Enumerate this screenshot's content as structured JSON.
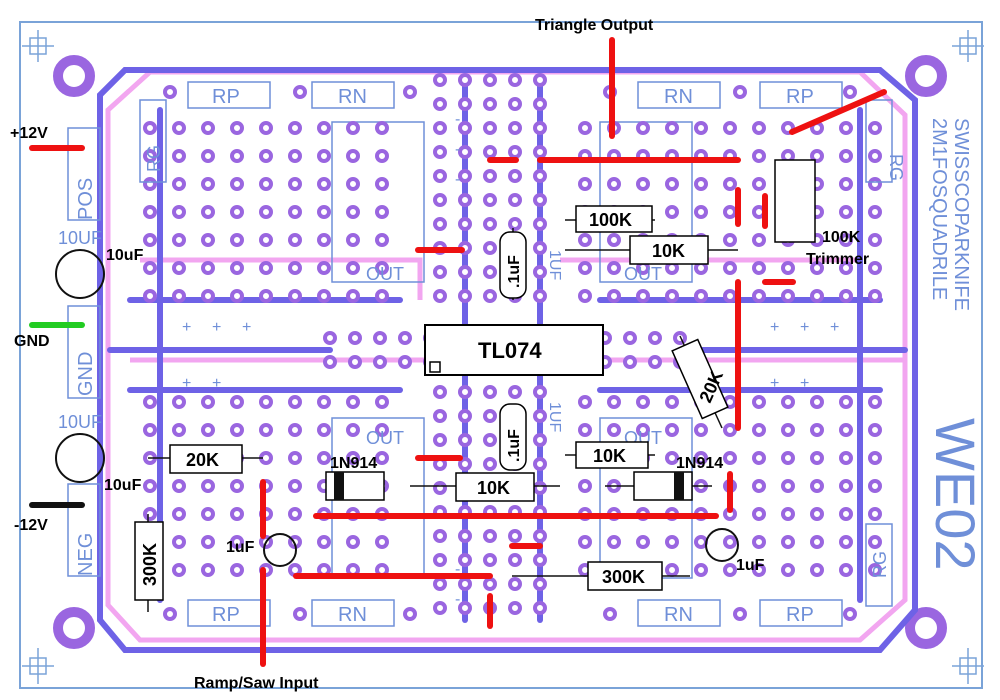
{
  "labels": {
    "triangle_output": "Triangle Output",
    "ramp_input": "Ramp/Saw Input",
    "plus12v": "+12V",
    "gnd": "GND",
    "minus12v": "-12V",
    "cap_10uf_top": "10uF",
    "cap_10uf_bottom": "10uF",
    "trimmer_value": "100K",
    "trimmer_word": "Trimmer",
    "cap_1uf_left": "1uF",
    "cap_1uf_right": "1uF"
  },
  "silkscreen": {
    "pos": "POS",
    "gnd": "GND",
    "neg": "NEG",
    "cap_top": "10UF",
    "cap_bottom": "10UF",
    "rg": "RG",
    "rp": "RP",
    "rn": "RN",
    "out": "OUT",
    "cap_small": "1UF",
    "board_line1": "SWISSCOPARKNIFE",
    "board_line2": "2M1FOSQUADRILE",
    "board_id": "WE02",
    "plus": "+",
    "minus": "-"
  },
  "components": {
    "ic": "TL074",
    "r_100k": "100K",
    "r_10k_top": "10K",
    "r_20k_diag": "20K",
    "r_20k_left": "20K",
    "r_10k_mid": "10K",
    "r_10k_low": "10K",
    "r_300k_left": "300K",
    "r_300k_bottom": "300K",
    "diode_left": "1N914",
    "diode_right": "1N914",
    "cap_top": ".1uF",
    "cap_bottom": ".1uF"
  },
  "colors": {
    "pad": "#9a66e0",
    "trace": "#6e62e6",
    "pink": "#f2a6f0",
    "silk": "#6f8fd8",
    "wire_red": "#ee1111",
    "wire_green": "#22cc22",
    "wire_black": "#111111"
  }
}
